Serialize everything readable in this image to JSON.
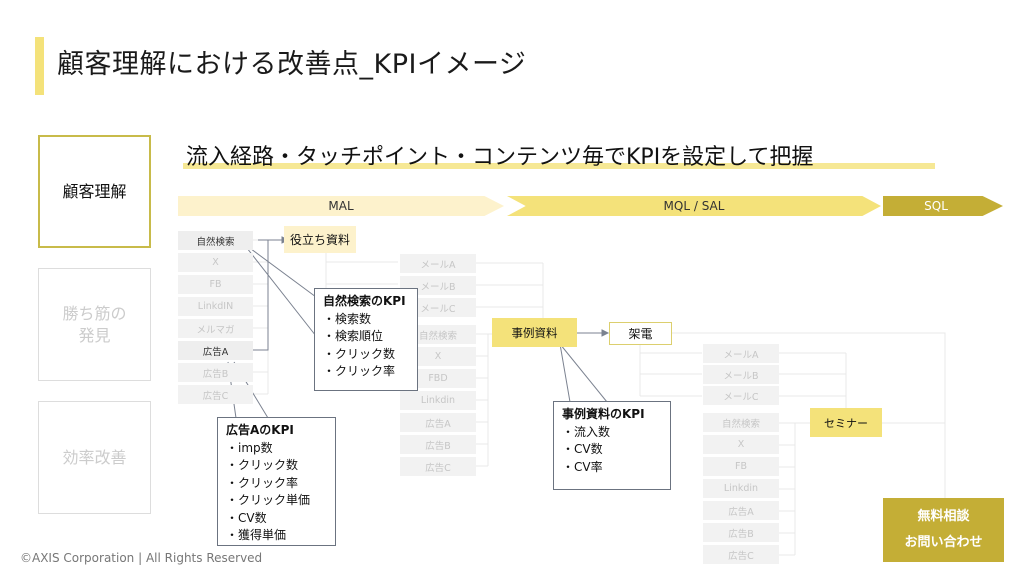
{
  "page": {
    "title": "顧客理解における改善点_KPIイメージ",
    "subtitle": "流入経路・タッチポイント・コンテンツ毎でKPIを設定して把握",
    "footer": "©AXIS Corporation | All Rights Reserved"
  },
  "sidebar": {
    "items": [
      {
        "label": "顧客理解",
        "active": true
      },
      {
        "label": "勝ち筋の\n発見",
        "active": false
      },
      {
        "label": "効率改善",
        "active": false
      }
    ]
  },
  "stages": [
    {
      "label": "MAL",
      "color": "#fdf2cc"
    },
    {
      "label": "MQL / SAL",
      "color": "#f4e27a"
    },
    {
      "label": "SQL",
      "color": "#c4ae36"
    }
  ],
  "colors": {
    "accent_light": "#fdf2cc",
    "accent": "#f4e27a",
    "accent_dark": "#c4ae36",
    "node_gray": "#f2f2f2",
    "callout_border": "#6b7380"
  },
  "column1": [
    "自然検索",
    "X",
    "FB",
    "LinkdIN",
    "メルマガ",
    "広告A",
    "広告B",
    "広告C"
  ],
  "column2": [
    "メールA",
    "メールB",
    "メールC",
    "自然検索",
    "X",
    "FBD",
    "Linkdin",
    "広告A",
    "広告B",
    "広告C"
  ],
  "column3": [
    "メールA",
    "メールB",
    "メールC",
    "自然検索",
    "X",
    "FB",
    "Linkdin",
    "広告A",
    "広告B",
    "広告C"
  ],
  "key_nodes": {
    "useful_doc": "役立ち資料",
    "case_doc": "事例資料",
    "call": "架電",
    "seminar": "セミナー",
    "consult_line1": "無料相談",
    "consult_line2": "お問い合わせ"
  },
  "kpi_boxes": {
    "organic": {
      "title": "自然検索のKPI",
      "items": [
        "・検索数",
        "・検索順位",
        "・クリック数",
        "・クリック率"
      ]
    },
    "ad_a": {
      "title": "広告AのKPI",
      "items": [
        "・imp数",
        "・クリック数",
        "・クリック率",
        "・クリック単価",
        "・CV数",
        "・獲得単価"
      ]
    },
    "case": {
      "title": "事例資料のKPI",
      "items": [
        "・流入数",
        "・CV数",
        "・CV率"
      ]
    }
  }
}
